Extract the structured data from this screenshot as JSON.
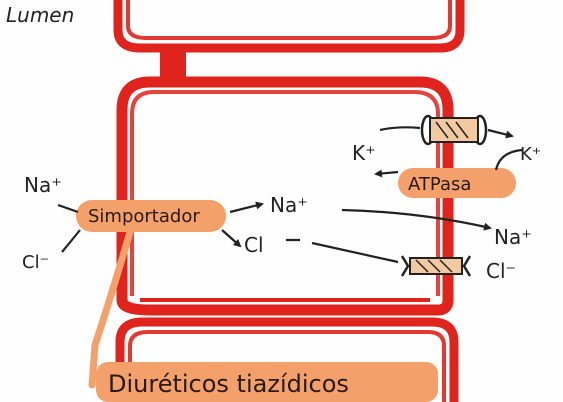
{
  "labels": {
    "lumen": "Lumen",
    "na_lumen": "Na⁺",
    "cl_lumen": "Cl⁻",
    "symporter": "Simportador",
    "na_cell": "Na⁺",
    "cl_cell": "Cl",
    "k_top_left": "K⁺",
    "k_top_right": "K⁺",
    "atpase": "ATPasa",
    "na_blood": "Na⁺",
    "cl_blood": "Cl⁻",
    "diuretics": "Diuréticos tiazídicos"
  },
  "colors": {
    "membrane": "#e0231c",
    "membrane_dark": "#c81a14",
    "highlight": "#f4a06a",
    "ink": "#222222",
    "channel_fill": "#f2c9a0"
  }
}
